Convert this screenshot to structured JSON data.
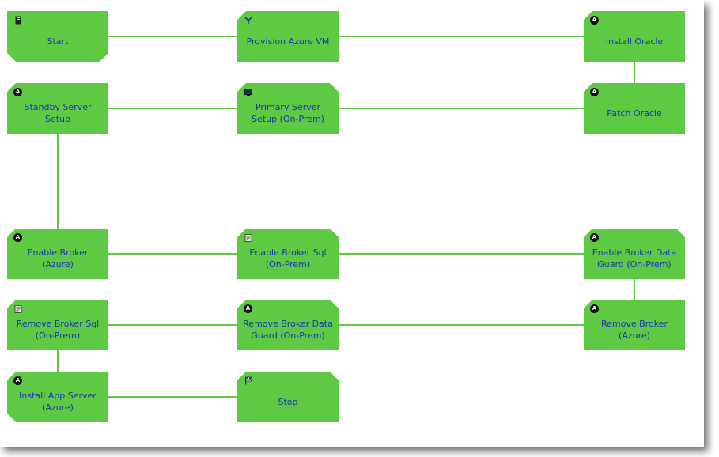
{
  "theme": {
    "node_fill": "#5ec943",
    "node_text": "#1a37b0",
    "connector": "#5ec943"
  },
  "nodes": [
    {
      "id": "start",
      "label": "Start",
      "icon": "document-icon"
    },
    {
      "id": "provision",
      "label": "Provision Azure VM",
      "icon": "branch-icon"
    },
    {
      "id": "install-oracle",
      "label": "Install Oracle",
      "icon": "activity-icon"
    },
    {
      "id": "standby",
      "label": "Standby Server Setup",
      "icon": "activity-icon"
    },
    {
      "id": "primary",
      "label": "Primary Server Setup (On-Prem)",
      "icon": "monitor-icon"
    },
    {
      "id": "patch-oracle",
      "label": "Patch Oracle",
      "icon": "activity-icon"
    },
    {
      "id": "enable-broker-azure",
      "label": "Enable Broker (Azure)",
      "icon": "activity-icon"
    },
    {
      "id": "enable-broker-sql",
      "label": "Enable Broker Sql (On-Prem)",
      "icon": "script-icon"
    },
    {
      "id": "enable-broker-dg",
      "label": "Enable Broker Data Guard (On-Prem)",
      "icon": "activity-icon"
    },
    {
      "id": "remove-broker-sql",
      "label": "Remove Broker Sql (On-Prem)",
      "icon": "script-icon"
    },
    {
      "id": "remove-broker-dg",
      "label": "Remove Broker Data Guard (On-Prem)",
      "icon": "activity-icon"
    },
    {
      "id": "remove-broker-azure",
      "label": "Remove Broker (Azure)",
      "icon": "activity-icon"
    },
    {
      "id": "install-app-server",
      "label": "Install App Server (Azure)",
      "icon": "activity-icon"
    },
    {
      "id": "stop",
      "label": "Stop",
      "icon": "flag-icon"
    }
  ],
  "edges": [
    [
      "start",
      "provision"
    ],
    [
      "provision",
      "install-oracle"
    ],
    [
      "install-oracle",
      "patch-oracle"
    ],
    [
      "patch-oracle",
      "primary"
    ],
    [
      "primary",
      "standby"
    ],
    [
      "standby",
      "enable-broker-azure"
    ],
    [
      "enable-broker-azure",
      "enable-broker-sql"
    ],
    [
      "enable-broker-sql",
      "enable-broker-dg"
    ],
    [
      "enable-broker-dg",
      "remove-broker-azure"
    ],
    [
      "remove-broker-azure",
      "remove-broker-dg"
    ],
    [
      "remove-broker-dg",
      "remove-broker-sql"
    ],
    [
      "remove-broker-sql",
      "install-app-server"
    ],
    [
      "install-app-server",
      "stop"
    ]
  ]
}
